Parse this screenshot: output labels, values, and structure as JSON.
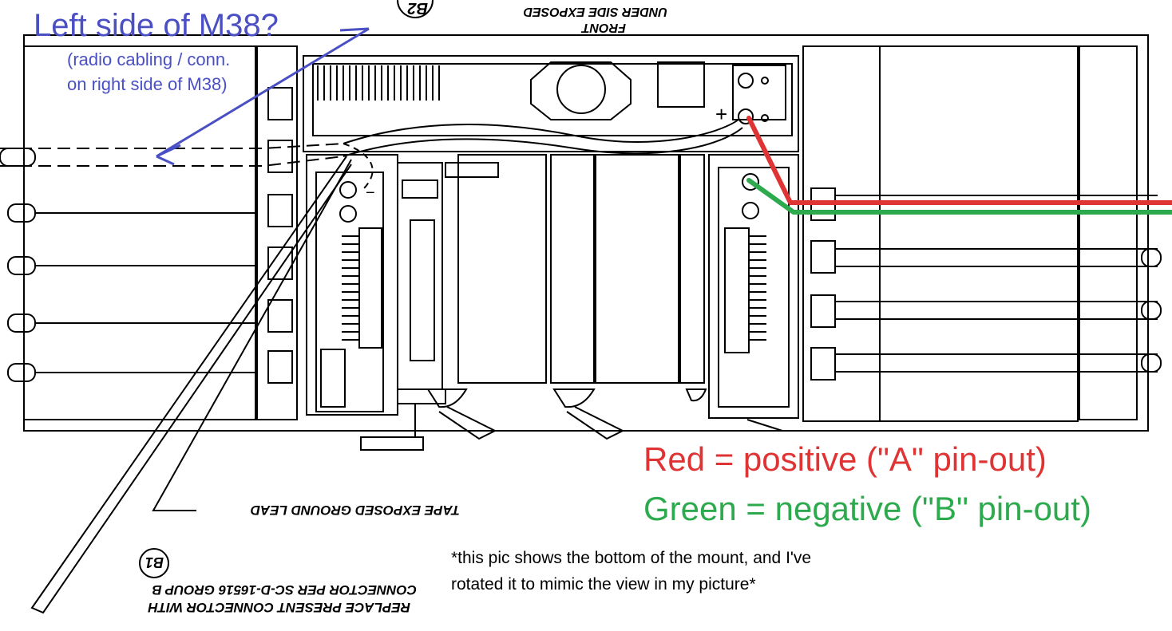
{
  "annotations": {
    "question": "Left side of M38?",
    "question_note_line1": "(radio cabling / conn.",
    "question_note_line2": "on right side of M38)",
    "legend_red": "Red = positive (\"A\" pin-out)",
    "legend_green": "Green = negative (\"B\" pin-out)",
    "footnote_line1": "*this pic shows the bottom of the mount, and I've",
    "footnote_line2": "rotated it to mimic the view in my picture*"
  },
  "drawing_labels": {
    "top_marker": "B2",
    "front_line1": "UNDER SIDE EXPOSED",
    "front_line2": "FRONT",
    "plus_sign": "+",
    "minus_sign": "−",
    "ground_lead": "TAPE EXPOSED GROUND LEAD",
    "bottom_marker": "B1",
    "connector_line1": "CONNECTOR PER SC-D-16516 GROUP B",
    "connector_line2": "REPLACE PRESENT CONNECTOR WITH"
  },
  "colors": {
    "blue_annotation": "#4a4fc4",
    "red_wire": "#e03333",
    "green_wire": "#2eaa4e",
    "line_art": "#000000"
  }
}
